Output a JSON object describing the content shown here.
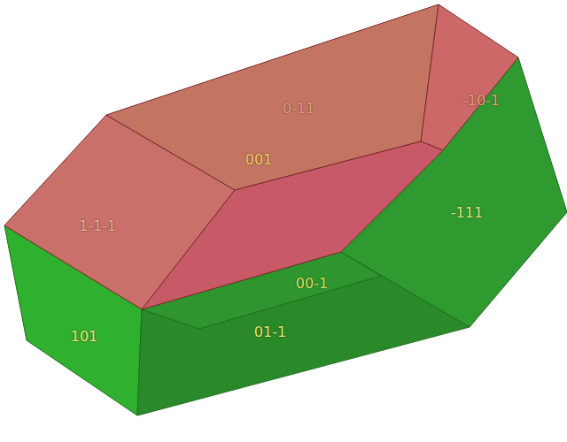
{
  "diagram": {
    "labels": [
      "0-11",
      "-10-1",
      "001",
      "-111",
      "1-1-1",
      "00-1",
      "01-1",
      "101"
    ]
  }
}
